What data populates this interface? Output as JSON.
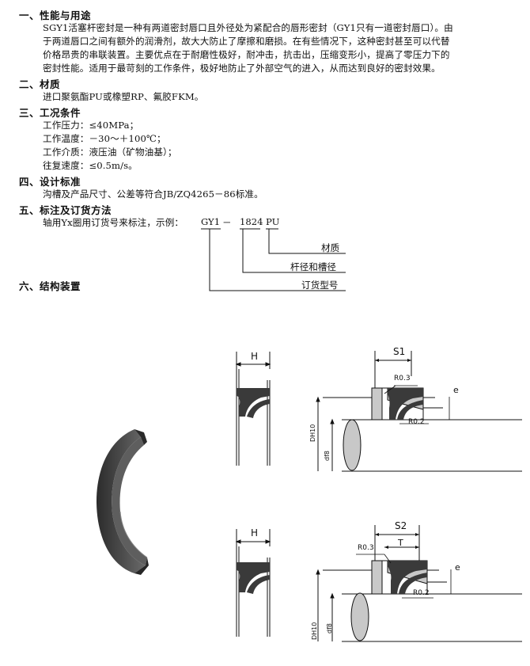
{
  "sections": [
    {
      "title": "一、性能与用途"
    },
    {
      "title": "二、材质"
    },
    {
      "title": "三、工况条件"
    },
    {
      "title": "四、设计标准"
    },
    {
      "title": "五、标注及订货方法"
    },
    {
      "title": "六、结构装置"
    }
  ],
  "purpose_lines": [
    "SGY1活塞杆密封是一种有两道密封唇口且外径处为紧配合的唇形密封（GY1只有一道密封唇口）。由",
    "于两道唇口之间有额外的润滑剂，故大大防止了摩擦和磨损。在有些情况下，这种密封甚至可以代替",
    "价格昂贵的串联装置。主要优点在于耐磨性极好，耐冲击，抗击出，压缩变形小，提高了零压力下的",
    "密封性能。适用于最苛刻的工作条件，极好地防止了外部空气的进入，从而达到良好的密封效果。"
  ],
  "material_line": "进口聚氨酯PU或橡塑RP、氟胶FKM。",
  "conditions": [
    "工作压力：≤40MPa；",
    "工作温度：－30～＋100℃；",
    "工作介质：液压油（矿物油基）；",
    "往复速度：≤0.5m/s。"
  ],
  "standard_line": "沟槽及产品尺寸、公差等符合JB/ZQ4265－86标准。",
  "ordering": {
    "intro": "轴用Yx圈用订货号来标注，示例：",
    "code_part1": "GY1",
    "code_dash": "－",
    "code_part2": "1824",
    "code_part3": "PU",
    "label_material": "材质",
    "label_dims": "杆径和槽径",
    "label_model": "订货型号"
  },
  "drawing": {
    "H_label_top": "H",
    "H_label_bottom": "H",
    "S1": "S1",
    "S2": "S2",
    "T": "T",
    "R03_top": "R0.3",
    "R02_top": "R0.2",
    "R03_bottom": "R0.3",
    "R02_bottom": "R0.2",
    "e_top": "e",
    "e_bottom": "e",
    "D_top": "DH10",
    "d_top": "df8",
    "D_bottom": "DH10",
    "d_bottom": "df8"
  },
  "colors": {
    "seal_dark": "#3a3a3a",
    "seal_mid": "#6e6e6e",
    "housing_grey": "#b9b9b9",
    "line": "#111111"
  }
}
